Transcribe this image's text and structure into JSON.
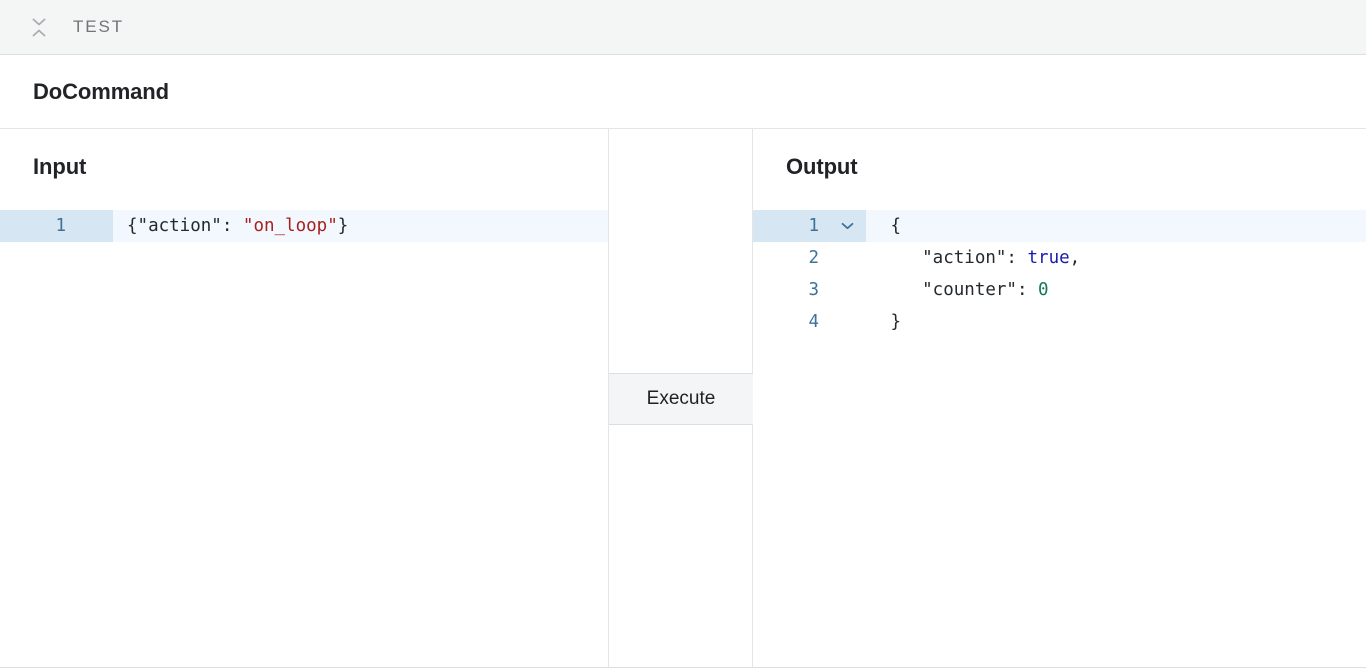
{
  "topbar": {
    "collapse_icon": "collapse-chevrons-icon",
    "title": "TEST"
  },
  "command_header": {
    "title": "DoCommand"
  },
  "input_panel": {
    "heading": "Input",
    "lines": [
      {
        "number": "1",
        "active": true,
        "tokens": [
          {
            "text": "{\"action\": ",
            "type": "punc"
          },
          {
            "text": "\"on_loop\"",
            "type": "str"
          },
          {
            "text": "}",
            "type": "punc"
          }
        ],
        "plain": "{\"action\": \"on_loop\"}"
      }
    ]
  },
  "middle_panel": {
    "execute_label": "Execute"
  },
  "output_panel": {
    "heading": "Output",
    "lines": [
      {
        "number": "1",
        "active": true,
        "fold_icon": "chevron-down-icon",
        "plain": " {"
      },
      {
        "number": "2",
        "active": false,
        "plain": "    \"action\": true,"
      },
      {
        "number": "3",
        "active": false,
        "plain": "    \"counter\": 0"
      },
      {
        "number": "4",
        "active": false,
        "plain": " }"
      }
    ]
  },
  "colors": {
    "topbar_bg": "#f4f5f5",
    "border": "#e3e5e7",
    "active_line_bg": "#f2f8fd",
    "active_gutter_bg": "#d6e7f3",
    "line_number": "#3f7299",
    "string_token": "#a8201c",
    "boolean_token": "#1a1ab0",
    "number_token": "#137a52",
    "text": "#24292e",
    "button_bg": "#f4f5f6"
  }
}
